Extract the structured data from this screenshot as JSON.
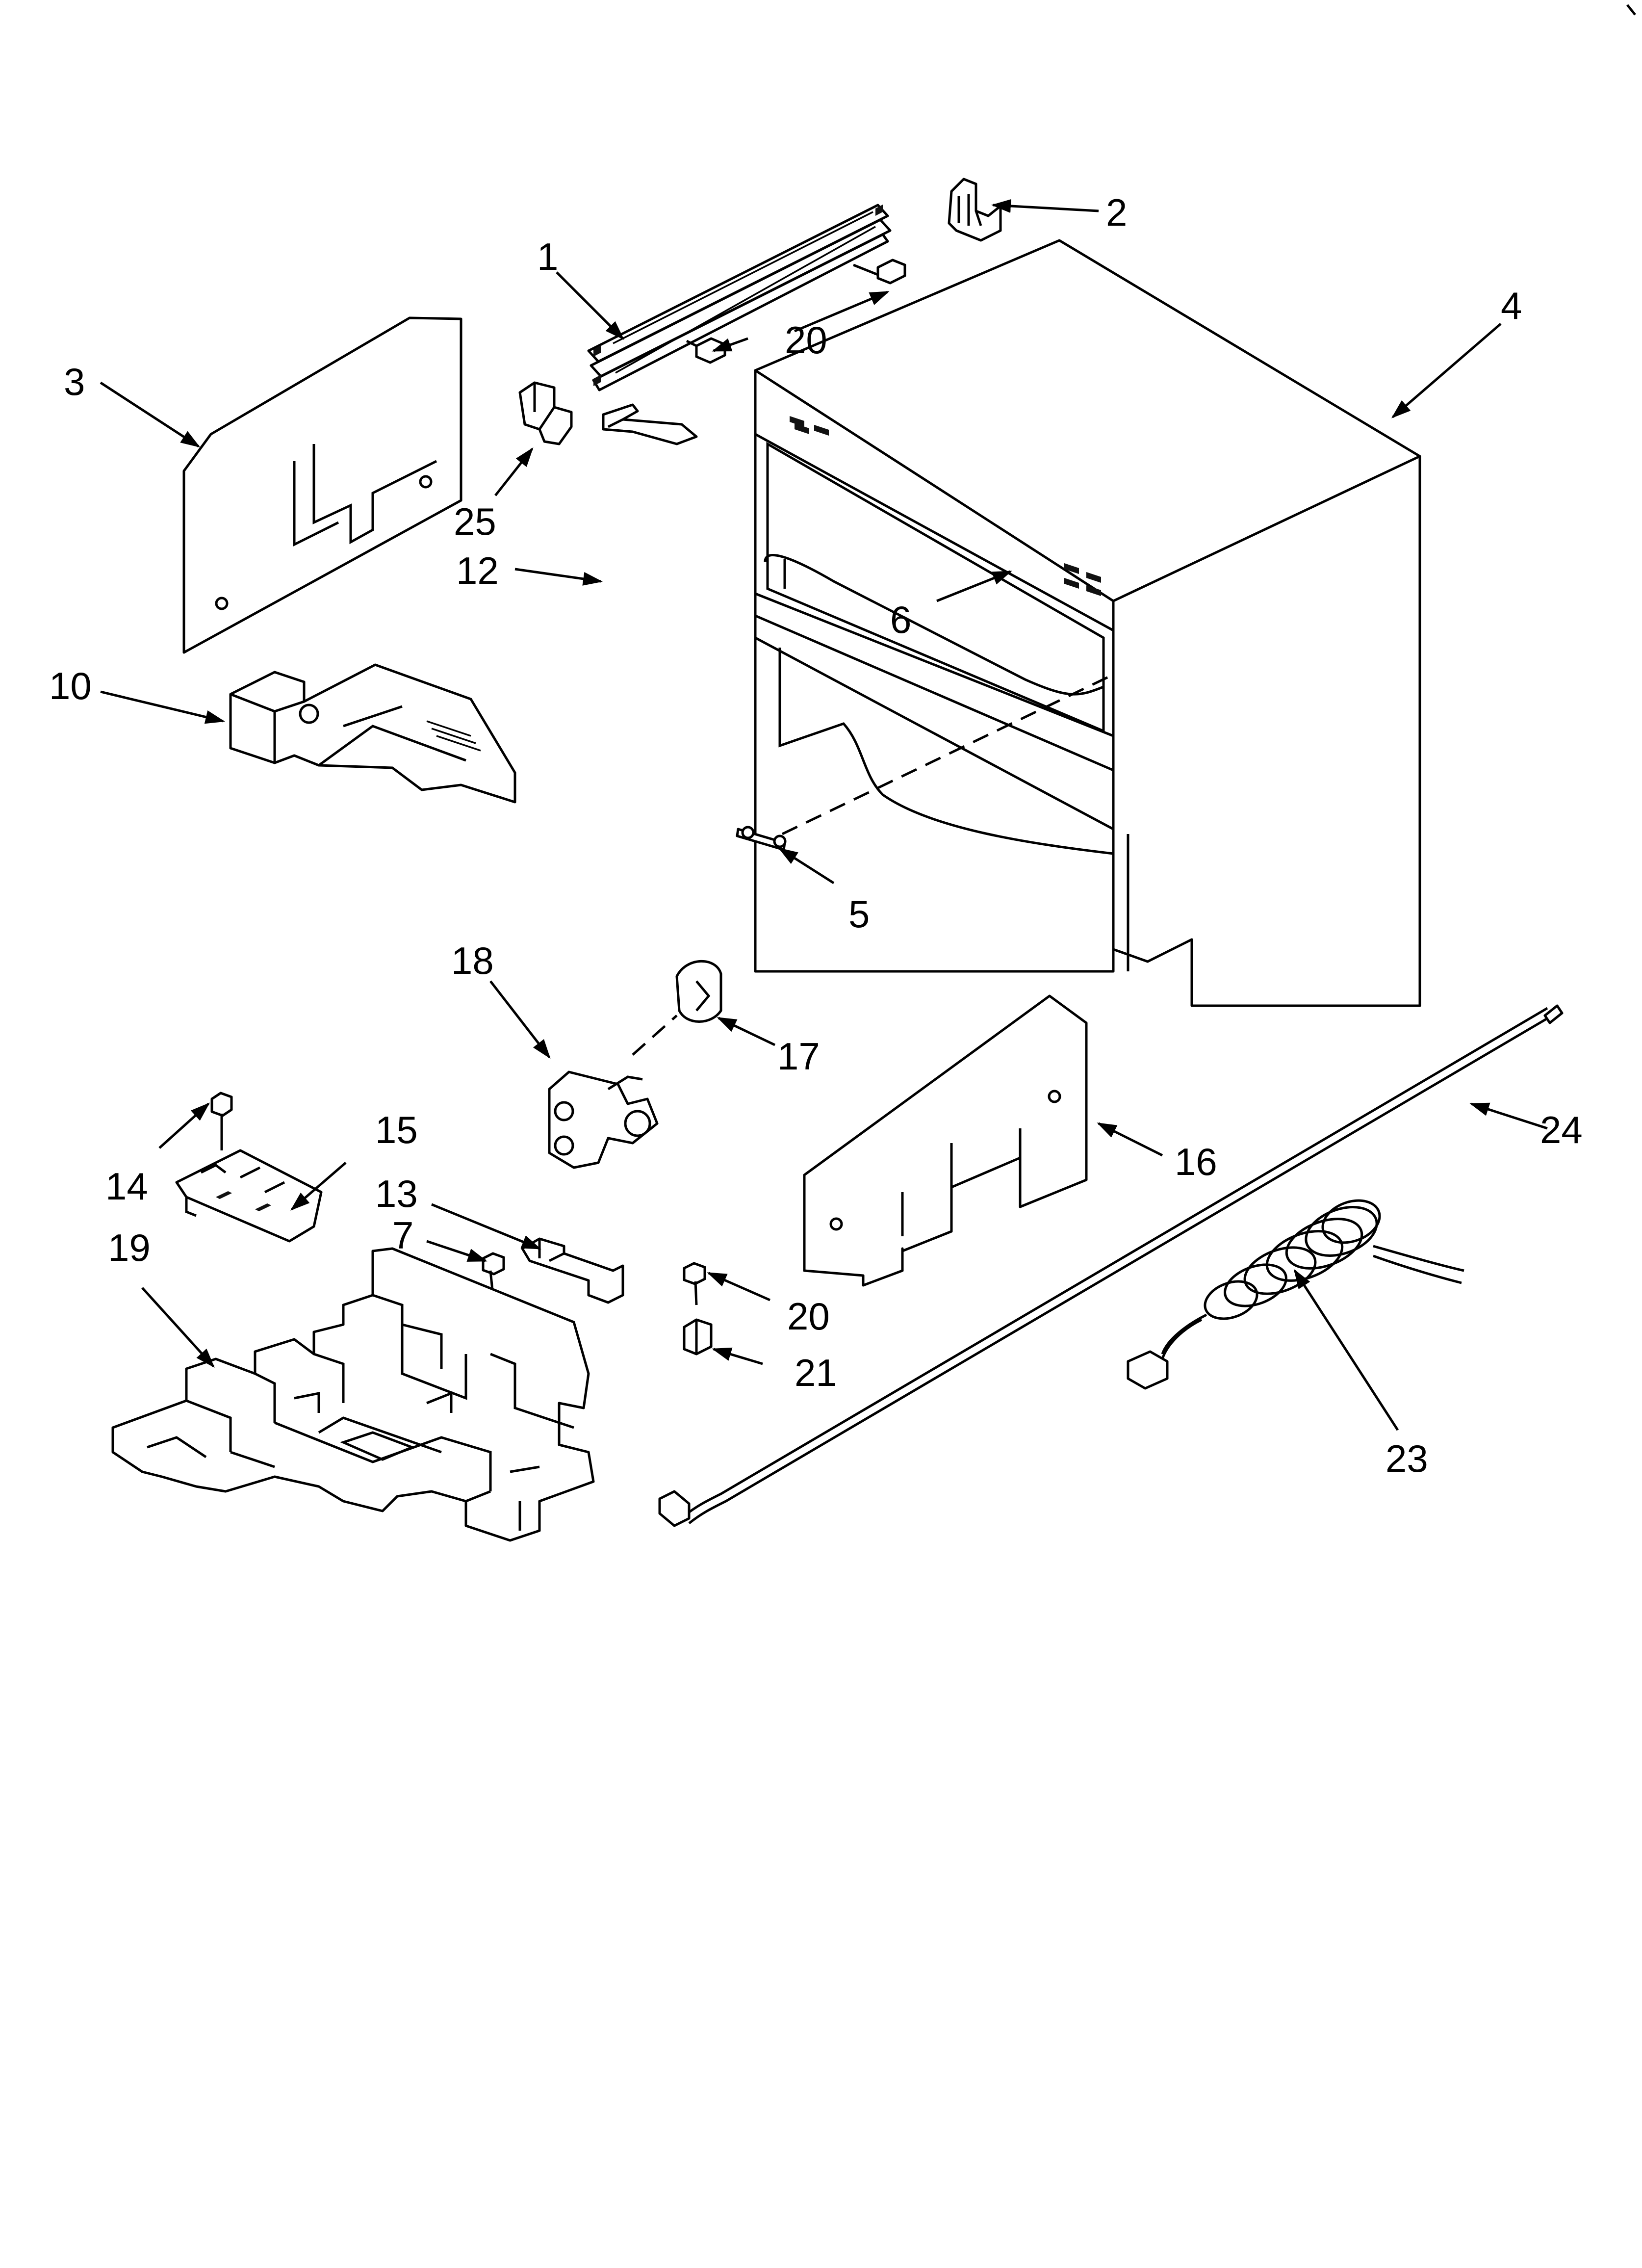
{
  "callouts": [
    {
      "id": "c1",
      "text": "1"
    },
    {
      "id": "c2",
      "text": "2"
    },
    {
      "id": "c3",
      "text": "3"
    },
    {
      "id": "c4",
      "text": "4"
    },
    {
      "id": "c5",
      "text": "5"
    },
    {
      "id": "c6",
      "text": "6"
    },
    {
      "id": "c7",
      "text": "7"
    },
    {
      "id": "c10",
      "text": "10"
    },
    {
      "id": "c12",
      "text": "12"
    },
    {
      "id": "c13",
      "text": "13"
    },
    {
      "id": "c14",
      "text": "14"
    },
    {
      "id": "c15",
      "text": "15"
    },
    {
      "id": "c16",
      "text": "16"
    },
    {
      "id": "c17",
      "text": "17"
    },
    {
      "id": "c18",
      "text": "18"
    },
    {
      "id": "c19",
      "text": "19"
    },
    {
      "id": "c20a",
      "text": "20"
    },
    {
      "id": "c20b",
      "text": "20"
    },
    {
      "id": "c21",
      "text": "21"
    },
    {
      "id": "c23",
      "text": "23"
    },
    {
      "id": "c24",
      "text": "24"
    },
    {
      "id": "c25",
      "text": "25"
    }
  ]
}
